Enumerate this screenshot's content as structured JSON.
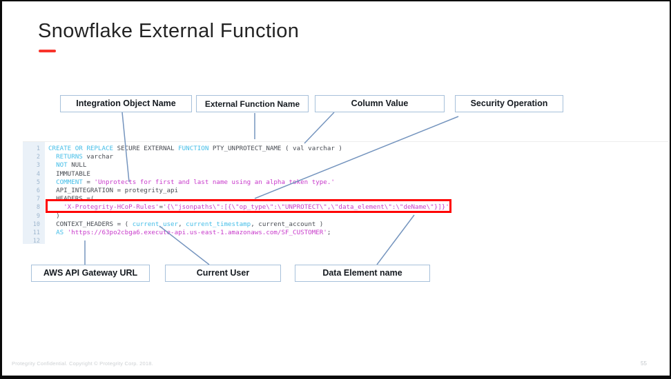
{
  "slide": {
    "title": "Snowflake External Function",
    "footer": "Protegrity Confidential. Copyright © Protegrity Corp. 2018.",
    "page_number": "55"
  },
  "callouts_top": [
    {
      "label": "Integration Object Name"
    },
    {
      "label": "External Function Name"
    },
    {
      "label": "Column Value"
    },
    {
      "label": "Security Operation"
    }
  ],
  "callouts_bottom": [
    {
      "label": "AWS API Gateway URL"
    },
    {
      "label": "Current User"
    },
    {
      "label": "Data Element name"
    }
  ],
  "code": {
    "lines": [
      {
        "num": "1",
        "tokens": [
          [
            "kw",
            "CREATE OR REPLACE"
          ],
          [
            "pl",
            " SECURE EXTERNAL "
          ],
          [
            "kw",
            "FUNCTION"
          ],
          [
            "pl",
            " PTY_UNPROTECT_NAME ( val varchar )"
          ]
        ]
      },
      {
        "num": "2",
        "tokens": [
          [
            "pl",
            "  "
          ],
          [
            "kw",
            "RETURNS"
          ],
          [
            "pl",
            " varchar"
          ]
        ]
      },
      {
        "num": "3",
        "tokens": [
          [
            "pl",
            "  "
          ],
          [
            "kw",
            "NOT"
          ],
          [
            "pl",
            " NULL"
          ]
        ]
      },
      {
        "num": "4",
        "tokens": [
          [
            "pl",
            "  IMMUTABLE"
          ]
        ]
      },
      {
        "num": "5",
        "tokens": [
          [
            "pl",
            "  "
          ],
          [
            "kw",
            "COMMENT"
          ],
          [
            "pl",
            " = "
          ],
          [
            "str",
            "'Unprotects for first and last name using an alpha token type.'"
          ]
        ]
      },
      {
        "num": "6",
        "tokens": [
          [
            "pl",
            "  API_INTEGRATION = protegrity_api"
          ]
        ]
      },
      {
        "num": "7",
        "tokens": [
          [
            "pl",
            "  HEADERS =("
          ]
        ]
      },
      {
        "num": "8",
        "tokens": [
          [
            "pl",
            "    "
          ],
          [
            "str",
            "'X-Protegrity-HCoP-Rules'"
          ],
          [
            "pl",
            "="
          ],
          [
            "str",
            "'{\\\"jsonpaths\\\":[{\\\"op_type\\\":\\\"UNPROTECT\\\",\\\"data_element\\\":\\\"deName\\\"}]}'"
          ]
        ]
      },
      {
        "num": "9",
        "tokens": [
          [
            "pl",
            "  )"
          ]
        ]
      },
      {
        "num": "10",
        "tokens": [
          [
            "pl",
            "  CONTEXT_HEADERS = ( "
          ],
          [
            "kw",
            "current_user"
          ],
          [
            "pl",
            ", "
          ],
          [
            "kw",
            "current_timestamp"
          ],
          [
            "pl",
            ", current_account )"
          ]
        ]
      },
      {
        "num": "11",
        "tokens": [
          [
            "pl",
            "  "
          ],
          [
            "kw",
            "AS"
          ],
          [
            "pl",
            " "
          ],
          [
            "str",
            "'https://63po2cbga6.execute-api.us-east-1.amazonaws.com/SF_CUSTOMER'"
          ],
          [
            "pl",
            ";"
          ]
        ]
      },
      {
        "num": "12",
        "tokens": []
      }
    ]
  },
  "colors": {
    "accent_red": "#F8342B",
    "highlight_border": "#FF0000",
    "connector_blue": "#7494BE",
    "callout_border": "#A6C0DA",
    "code_keyword": "#45BEE8",
    "code_string": "#C83ACB",
    "code_plain": "#474B52",
    "gutter_bg": "#EAF1F8",
    "line_number": "#9FB7CE"
  }
}
